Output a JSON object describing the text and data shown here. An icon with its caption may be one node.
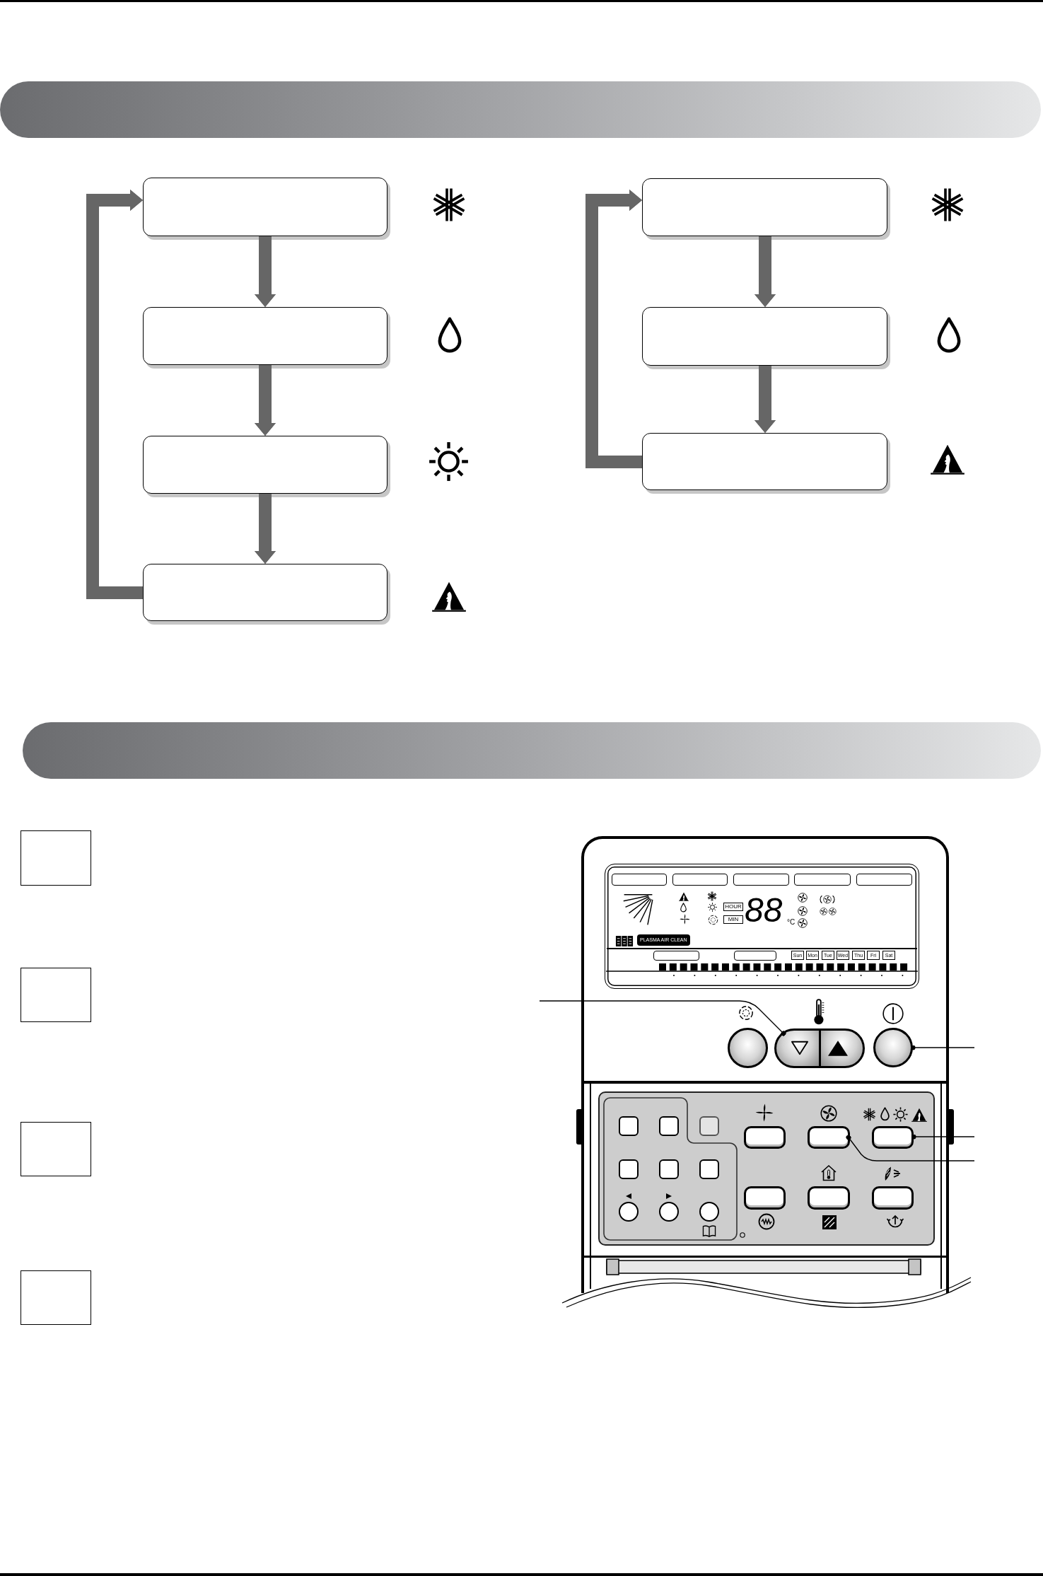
{
  "diagram": {
    "nodes": [
      {
        "text": [],
        "shape": "bar"
      },
      {
        "text": [],
        "shape": "box"
      },
      {
        "text": [],
        "shape": "box"
      },
      {
        "text": [],
        "shape": "box"
      },
      {
        "text": [],
        "shape": "box"
      },
      {
        "text": [],
        "shape": "box"
      },
      {
        "text": [],
        "shape": "box"
      },
      {
        "text": [],
        "shape": "box"
      },
      {
        "text": [],
        "shape": "bar"
      },
      {
        "text": [],
        "shape": "box"
      },
      {
        "text": [],
        "shape": "box"
      },
      {
        "text": [],
        "shape": "box"
      },
      {
        "text": [],
        "shape": "box"
      },
      {
        "text": [],
        "shape": "button"
      },
      {
        "text": [],
        "shape": "button"
      },
      {
        "text": [],
        "shape": "circle"
      },
      {
        "text": [],
        "shape": "button"
      },
      {
        "text": [],
        "shape": "button"
      }
    ],
    "edges": [
      {
        "from": 1,
        "to": 2,
        "arrow": "to"
      },
      {
        "from": 2,
        "to": 3,
        "arrow": "to"
      },
      {
        "from": 3,
        "to": 4,
        "arrow": "to"
      },
      {
        "from": 4,
        "to": 1,
        "arrow": "to"
      },
      {
        "from": 5,
        "to": 6,
        "arrow": "to"
      },
      {
        "from": 6,
        "to": 7,
        "arrow": "to"
      },
      {
        "from": 7,
        "to": 5,
        "arrow": "to"
      },
      {
        "from": null,
        "to": 13,
        "arrow": "other",
        "color": "#000000"
      },
      {
        "from": null,
        "to": 15,
        "arrow": "other",
        "color": "#000000"
      },
      {
        "from": null,
        "to": 17,
        "arrow": "other",
        "color": "#000000"
      },
      {
        "from": null,
        "to": 16,
        "arrow": "other",
        "color": "#000000"
      }
    ],
    "labels": [
      "88",
      "HOUR",
      "MIN",
      "°C",
      "PLASMA AIR CLEAN",
      "Sun",
      "Mon",
      "Tue",
      "Wed",
      "Thu",
      "Fri",
      "Sat"
    ]
  }
}
